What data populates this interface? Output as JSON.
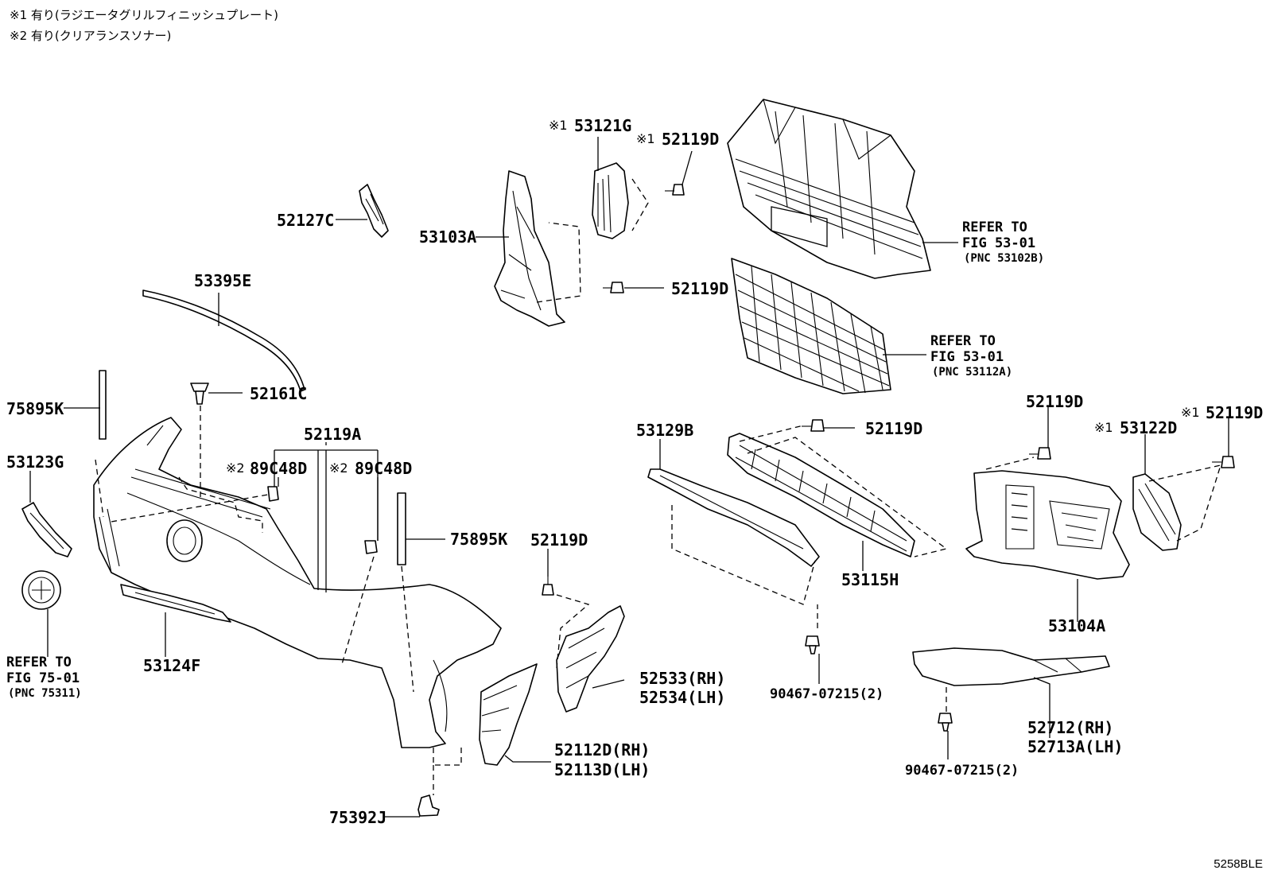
{
  "notes": [
    {
      "mark": "※1",
      "text": "有り(ラジエータグリルフィニッシュプレート)"
    },
    {
      "mark": "※2",
      "text": "有り(クリアランスソナー)"
    }
  ],
  "figure_id": "5258BLE",
  "callouts": {
    "p53121G": {
      "mark": "※1",
      "pn": "53121G"
    },
    "p52119D_a": {
      "mark": "※1",
      "pn": "52119D"
    },
    "p52127C": {
      "pn": "52127C"
    },
    "p53103A": {
      "pn": "53103A"
    },
    "p52119D_b": {
      "pn": "52119D"
    },
    "p53395E": {
      "pn": "53395E"
    },
    "p52161C": {
      "pn": "52161C"
    },
    "p75895K_a": {
      "pn": "75895K"
    },
    "p52119A": {
      "pn": "52119A"
    },
    "p89C48D_a": {
      "mark": "※2",
      "pn": "89C48D"
    },
    "p89C48D_b": {
      "mark": "※2",
      "pn": "89C48D"
    },
    "p53123G": {
      "pn": "53123G"
    },
    "p75895K_b": {
      "pn": "75895K"
    },
    "p53124F": {
      "pn": "53124F"
    },
    "p52119D_c": {
      "pn": "52119D"
    },
    "p52533": {
      "pn": "52533(RH)"
    },
    "p52534": {
      "pn": "52534(LH)"
    },
    "p52112D": {
      "pn": "52112D(RH)"
    },
    "p52113D": {
      "pn": "52113D(LH)"
    },
    "p75392J": {
      "pn": "75392J"
    },
    "p53129B": {
      "pn": "53129B"
    },
    "p52119D_d": {
      "pn": "52119D"
    },
    "p53115H": {
      "pn": "53115H"
    },
    "p90467_a": {
      "pn": "90467-07215(2)"
    },
    "p52119D_e": {
      "pn": "52119D"
    },
    "p53122D": {
      "mark": "※1",
      "pn": "53122D"
    },
    "p52119D_f": {
      "mark": "※1",
      "pn": "52119D"
    },
    "p53104A": {
      "pn": "53104A"
    },
    "p52712": {
      "pn": "52712(RH)"
    },
    "p52713A": {
      "pn": "52713A(LH)"
    },
    "p90467_b": {
      "pn": "90467-07215(2)"
    }
  },
  "references": {
    "ref_53102B": {
      "line1": "REFER TO",
      "line2": "FIG 53-01",
      "line3": "(PNC 53102B)"
    },
    "ref_53112A": {
      "line1": "REFER TO",
      "line2": "FIG 53-01",
      "line3": "(PNC 53112A)"
    },
    "ref_75311": {
      "line1": "REFER TO",
      "line2": "FIG 75-01",
      "line3": "(PNC 75311)"
    }
  }
}
